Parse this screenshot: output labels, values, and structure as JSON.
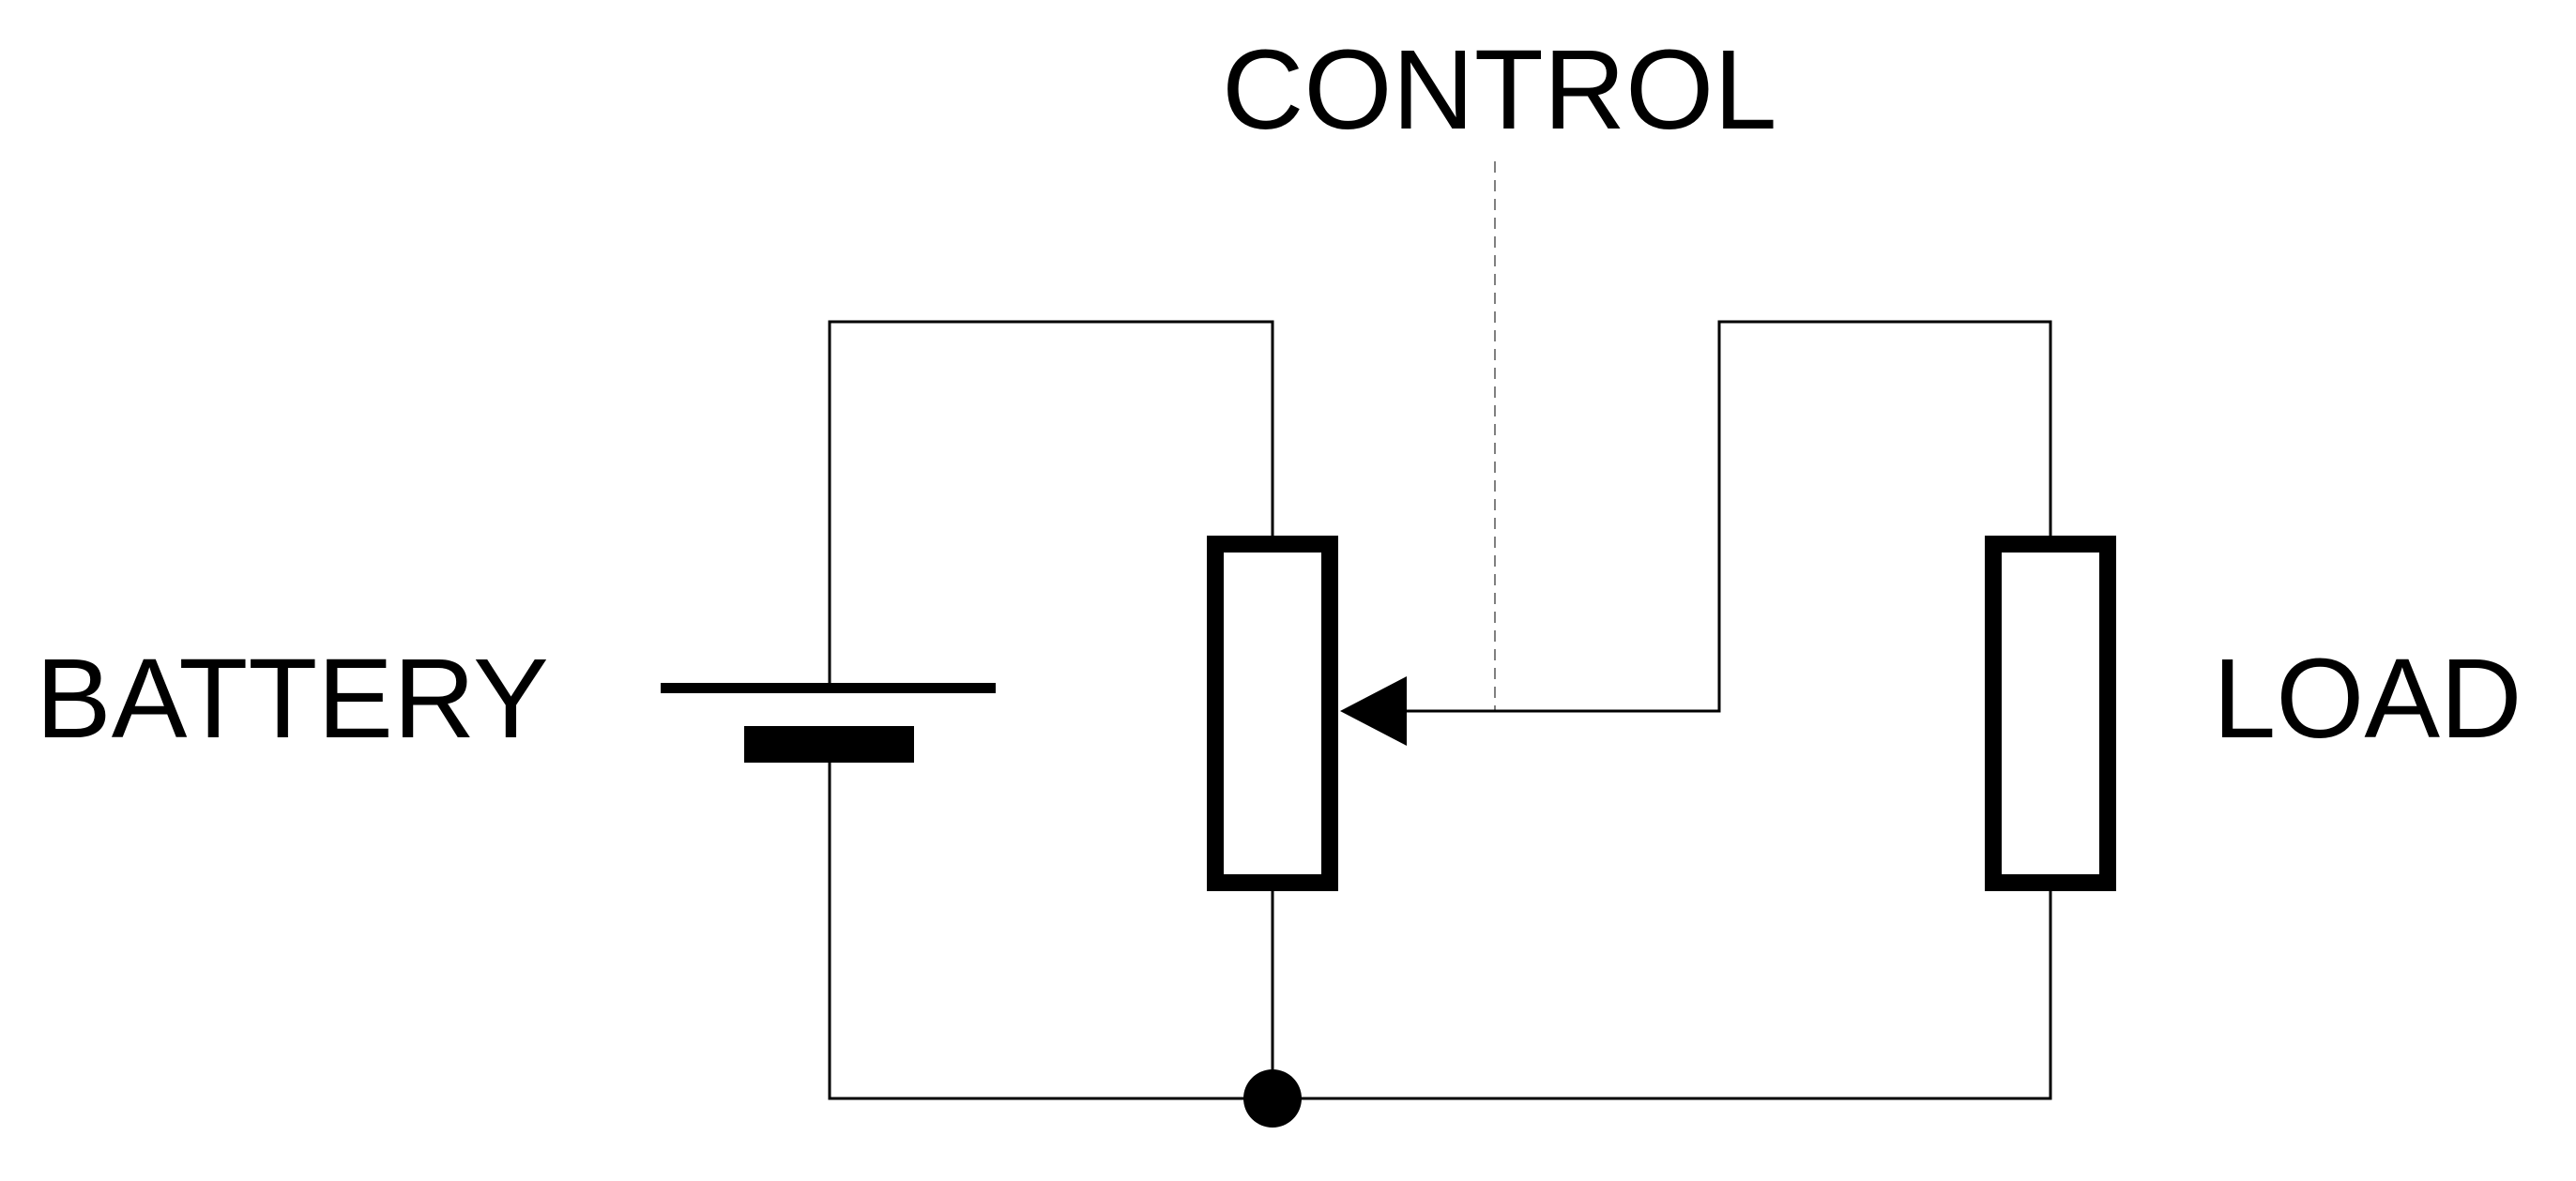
{
  "labels": {
    "control": "CONTROL",
    "battery": "BATTERY",
    "load": "LOAD"
  },
  "components": [
    {
      "type": "battery",
      "name": "battery"
    },
    {
      "type": "potentiometer",
      "name": "potentiometer"
    },
    {
      "type": "resistor",
      "name": "load"
    }
  ],
  "colors": {
    "line": "#000000",
    "control_link": "#808080",
    "background": "#ffffff"
  }
}
